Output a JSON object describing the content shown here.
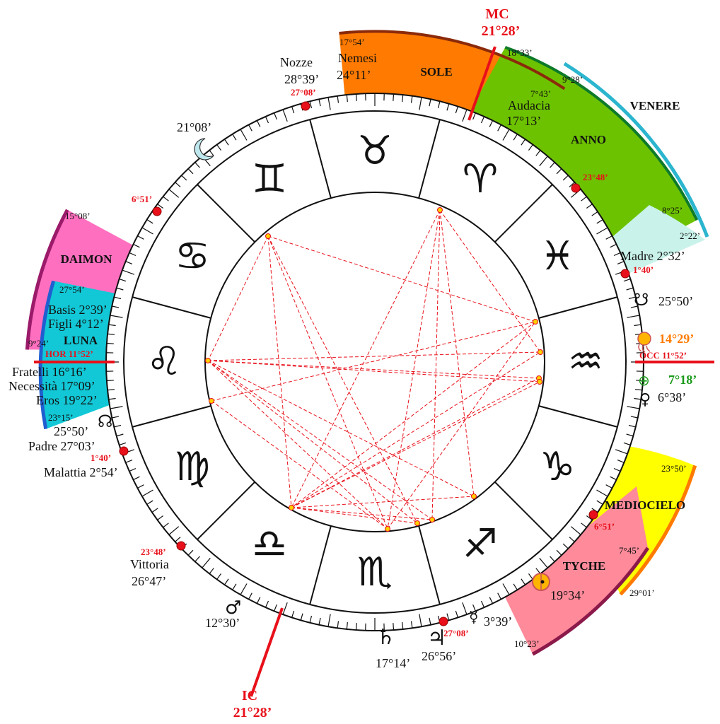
{
  "angles": {
    "mc": {
      "label": "MC",
      "value": "21°28’"
    },
    "ic": {
      "label": "IC",
      "value": "21°28’"
    },
    "hor": "HOR 11°52’",
    "occ": "OCC 11°52’"
  },
  "sectors": {
    "sole": {
      "name": "SOLE",
      "start": "17°54’",
      "end": "7°43’",
      "color": "#ff7a00"
    },
    "anno": {
      "name": "ANNO",
      "start": "18°33’",
      "end": "8°25’",
      "color": "#6dc200"
    },
    "venere": {
      "name": "VENERE",
      "start": "9°28’",
      "end": "2°22’",
      "color": "#c9f3ea"
    },
    "daimon": {
      "name": "DAIMON",
      "start": "15°08’",
      "end": "9°24’",
      "color": "#ff6fbf"
    },
    "luna": {
      "name": "LUNA",
      "start": "27°54’",
      "end": "23°15’",
      "color": "#12c8d6"
    },
    "mediocielo": {
      "name": "MEDIOCIELO",
      "start": "23°50’",
      "end": "29°01’",
      "color": "#ffff00"
    },
    "tyche": {
      "name": "TYCHE",
      "start": "7°45’",
      "end": "10°23’",
      "color": "#ff8a9a"
    }
  },
  "lots": {
    "nozze": "Nozze 28°39’",
    "nemesi": "Nemesi 24°11’",
    "audacia": "Audacia 17°13’",
    "madre": "Madre 2°32’",
    "basis": "Basis 2°39’",
    "figli": "Figli 4°12’",
    "fratelli": "Fratelli 16°16’",
    "necessita": "Necessità 17°09’",
    "eros": "Eros 19°22’",
    "padre": "Padre 27°03’",
    "malattia": "Malattia 2°54’",
    "vittoria": "Vittoria 26°47’"
  },
  "cusps": [
    "27°08’",
    "23°48’",
    "1°40’",
    "6°51’",
    "27°08’",
    "23°48’",
    "1°40’",
    "6°51’"
  ],
  "planets": {
    "moon": {
      "glyph": "☾",
      "value": "21°08’"
    },
    "southnode": {
      "glyph": "☋",
      "value": "25°50’"
    },
    "northnode": {
      "glyph": "☊",
      "value": "25°50’"
    },
    "sun": {
      "value": "14°29’"
    },
    "earth": {
      "glyph": "⊕",
      "value": "7°18’"
    },
    "venus": {
      "glyph": "♀",
      "value": "6°38’"
    },
    "fortune": {
      "value": "19°34’"
    },
    "mercury": {
      "glyph": "☿",
      "value": "3°39’"
    },
    "jupiter": {
      "glyph": "♃",
      "value": "26°56’"
    },
    "saturn": {
      "glyph": "♄",
      "value": "17°14’"
    },
    "mars": {
      "glyph": "♂",
      "value": "12°30’"
    }
  },
  "zodiac": [
    "♈",
    "♓",
    "♒",
    "♑",
    "♐",
    "♏",
    "♎",
    "♍",
    "♌",
    "♋",
    "♊",
    "♉"
  ],
  "colors": {
    "red": "#e8101a",
    "aspect": "#e8101a",
    "earth": "#1a9a1a"
  }
}
